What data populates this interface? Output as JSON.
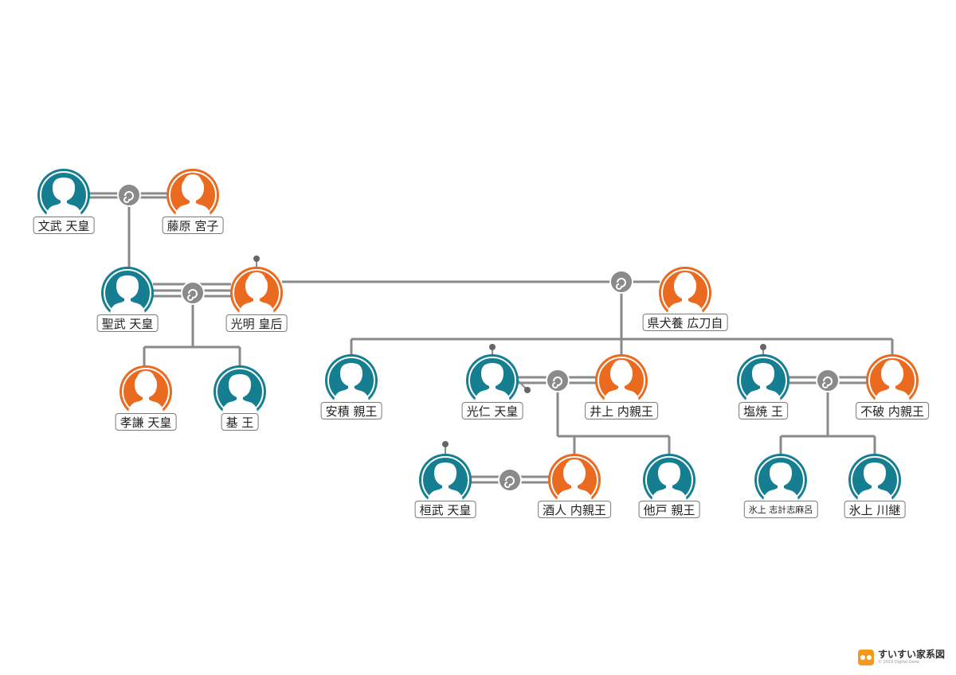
{
  "colors": {
    "male": "#157f91",
    "female": "#ea6a1f",
    "line": "#8a8a8a",
    "knot": "#8a8a8a"
  },
  "people": [
    {
      "id": "monmu",
      "name": "文武 天皇",
      "gender": "male"
    },
    {
      "id": "miyako",
      "name": "藤原 宮子",
      "gender": "female"
    },
    {
      "id": "shomu",
      "name": "聖武 天皇",
      "gender": "male"
    },
    {
      "id": "komyo",
      "name": "光明 皇后",
      "gender": "female"
    },
    {
      "id": "hirotoji",
      "name": "県犬養 広刀自",
      "gender": "female"
    },
    {
      "id": "koken",
      "name": "孝謙 天皇",
      "gender": "female"
    },
    {
      "id": "motoi",
      "name": "基 王",
      "gender": "male"
    },
    {
      "id": "asaka",
      "name": "安積 親王",
      "gender": "male"
    },
    {
      "id": "konin",
      "name": "光仁 天皇",
      "gender": "male"
    },
    {
      "id": "inoue",
      "name": "井上 内親王",
      "gender": "female"
    },
    {
      "id": "shioyaki",
      "name": "塩焼 王",
      "gender": "male"
    },
    {
      "id": "fuwa",
      "name": "不破 内親王",
      "gender": "female"
    },
    {
      "id": "kanmu",
      "name": "桓武 天皇",
      "gender": "male"
    },
    {
      "id": "sakahito",
      "name": "酒人 内親王",
      "gender": "female"
    },
    {
      "id": "osabe",
      "name": "他戸 親王",
      "gender": "male"
    },
    {
      "id": "shikeshimaro",
      "name": "氷上 志計志麻呂",
      "gender": "male"
    },
    {
      "id": "kawatsugu",
      "name": "氷上 川継",
      "gender": "male"
    }
  ],
  "marriages": [
    [
      "monmu",
      "miyako"
    ],
    [
      "shomu",
      "komyo"
    ],
    [
      "shomu",
      "hirotoji"
    ],
    [
      "konin",
      "inoue"
    ],
    [
      "shioyaki",
      "fuwa"
    ],
    [
      "kanmu",
      "sakahito"
    ]
  ],
  "branding": {
    "name": "すいすい家系図",
    "copyright": "© 2019 Digital Gene"
  }
}
